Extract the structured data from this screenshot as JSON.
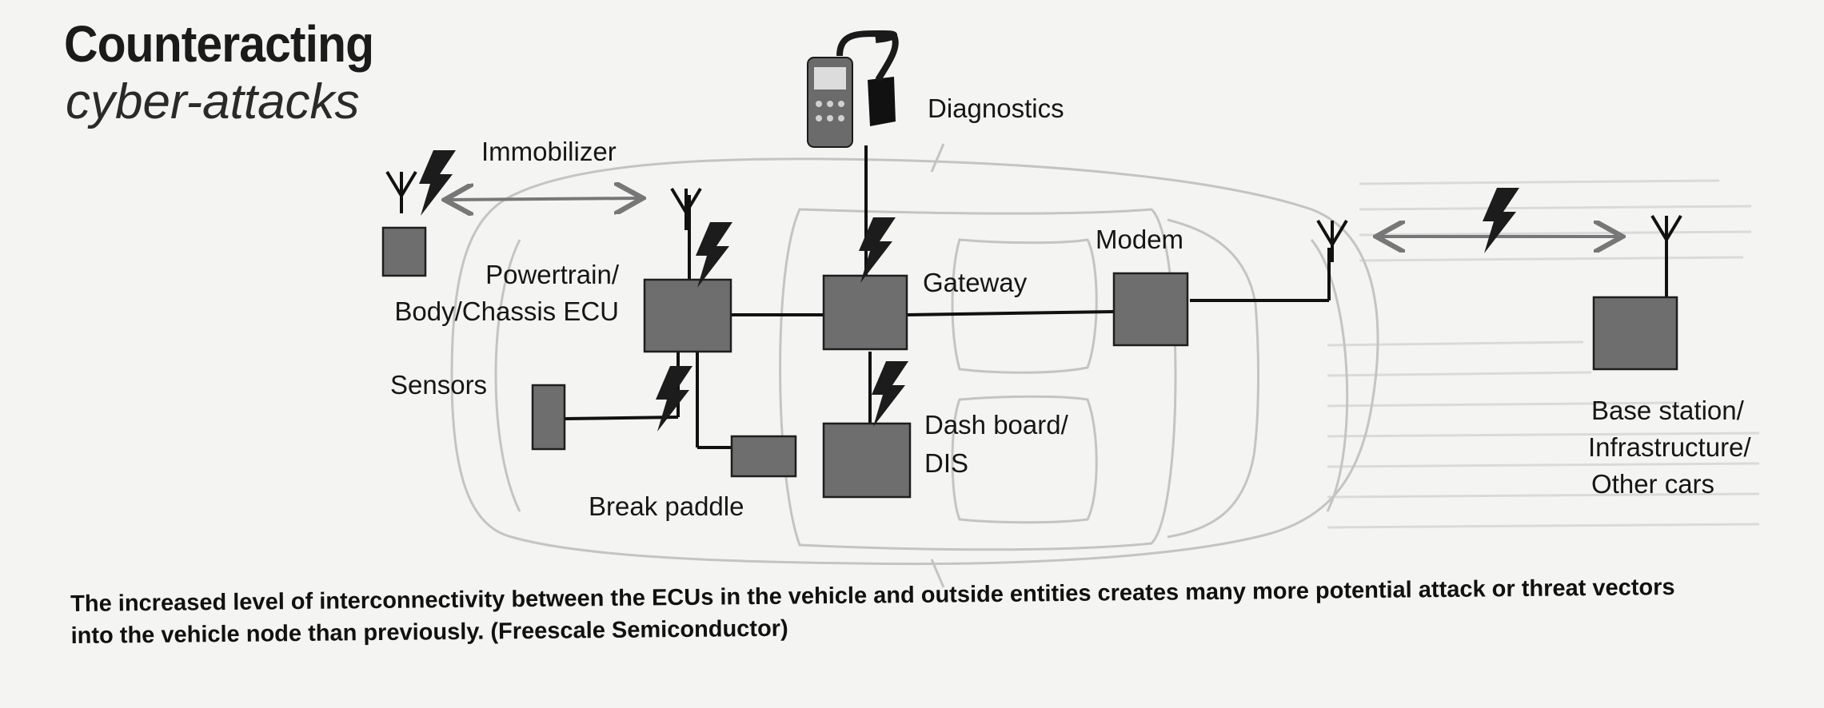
{
  "title": {
    "main": "Counteracting",
    "sub": "cyber-attacks"
  },
  "labels": {
    "immobilizer": "Immobilizer",
    "diagnostics": "Diagnostics",
    "powertrain_line1": "Powertrain/",
    "powertrain_line2": "Body/Chassis ECU",
    "gateway": "Gateway",
    "modem": "Modem",
    "sensors": "Sensors",
    "dashboard_line1": "Dash board/",
    "dashboard_line2": "DIS",
    "break_paddle": "Break paddle",
    "base_line1": "Base station/",
    "base_line2": "Infrastructure/",
    "base_line3": "Other cars"
  },
  "caption": {
    "line1": "The increased level of interconnectivity between the ECUs in the vehicle and outside entities creates many more potential attack or threat vectors",
    "line2": "into the vehicle node than previously. (Freescale Semiconductor)"
  },
  "colors": {
    "box": "#6e6e6e",
    "wire": "#111111",
    "bolt": "#1c1c1c",
    "arrow": "#777777",
    "car_outline": "#c4c4c4"
  }
}
